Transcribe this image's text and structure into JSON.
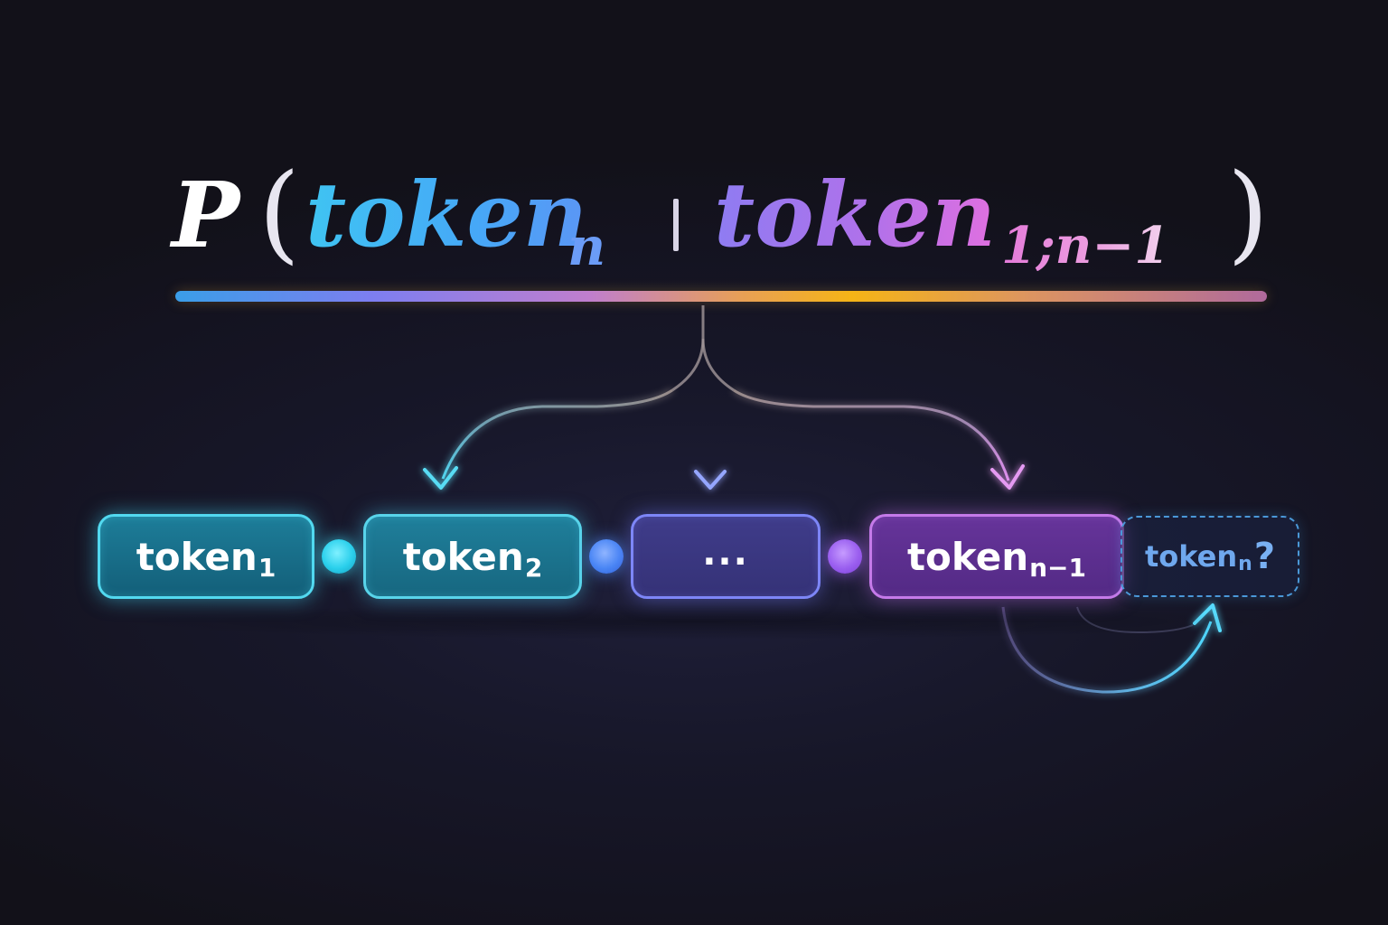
{
  "formula": {
    "p": "P",
    "lparen": "(",
    "target_token": "token",
    "target_sub": "n",
    "given": "|",
    "context_token": "token",
    "context_sub": "1;n−1",
    "rparen": ")"
  },
  "sequence": {
    "t1": {
      "label": "token",
      "sub": "1"
    },
    "t2": {
      "label": "token",
      "sub": "2"
    },
    "ellipsis": {
      "label": "..."
    },
    "tn1": {
      "label": "token",
      "sub": "n−1"
    },
    "tn": {
      "label": "token",
      "sub": "n",
      "suffix": "?"
    }
  },
  "colors": {
    "background": "#16151f",
    "cyan": "#52d9f0",
    "blue": "#7d86f7",
    "purple": "#c57ae9",
    "gold": "#f5b416",
    "dashed": "#4a98d8"
  }
}
